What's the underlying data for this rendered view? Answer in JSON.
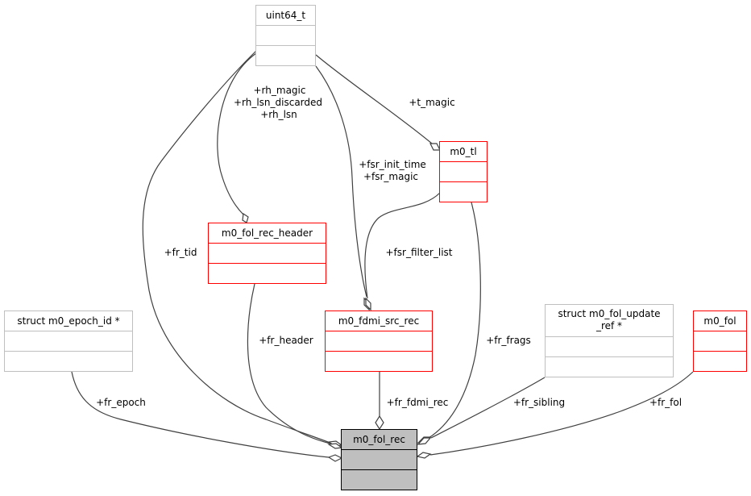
{
  "diagram": {
    "type": "collaboration-diagram",
    "colors": {
      "main_fill": "#bfbfbf",
      "main_border": "#000000",
      "documented_border": "#ff0000",
      "undocumented_border": "#bfbfbf",
      "edge": "#404040"
    },
    "nodes": {
      "uint64_t": {
        "title": "uint64_t",
        "style": "undocumented"
      },
      "m0_tl": {
        "title": "m0_tl",
        "style": "documented"
      },
      "m0_fol_rec_header": {
        "title": "m0_fol_rec_header",
        "style": "documented"
      },
      "m0_fdmi_src_rec": {
        "title": "m0_fdmi_src_rec",
        "style": "documented"
      },
      "m0_epoch_id": {
        "title": "struct m0_epoch_id *",
        "style": "undocumented"
      },
      "m0_fol_update_ref": {
        "title_line1": "struct m0_fol_update",
        "title_line2": "_ref *",
        "style": "undocumented"
      },
      "m0_fol": {
        "title": "m0_fol",
        "style": "documented"
      },
      "m0_fol_rec": {
        "title": "m0_fol_rec",
        "style": "main"
      }
    },
    "edges": [
      {
        "from": "uint64_t",
        "to": "m0_fol_rec_header",
        "labels": [
          "+rh_magic",
          "+rh_lsn_discarded",
          "+rh_lsn"
        ]
      },
      {
        "from": "uint64_t",
        "to": "m0_tl",
        "labels": [
          "+t_magic"
        ]
      },
      {
        "from": "uint64_t",
        "to": "m0_fdmi_src_rec",
        "labels": [
          "+fsr_init_time",
          "+fsr_magic"
        ]
      },
      {
        "from": "uint64_t",
        "to": "m0_fol_rec",
        "labels": [
          "+fr_tid"
        ]
      },
      {
        "from": "m0_tl",
        "to": "m0_fdmi_src_rec",
        "labels": [
          "+fsr_filter_list"
        ]
      },
      {
        "from": "m0_tl",
        "to": "m0_fol_rec",
        "labels": [
          "+fr_frags"
        ]
      },
      {
        "from": "m0_fol_rec_header",
        "to": "m0_fol_rec",
        "labels": [
          "+fr_header"
        ]
      },
      {
        "from": "m0_fdmi_src_rec",
        "to": "m0_fol_rec",
        "labels": [
          "+fr_fdmi_rec"
        ]
      },
      {
        "from": "m0_epoch_id",
        "to": "m0_fol_rec",
        "labels": [
          "+fr_epoch"
        ]
      },
      {
        "from": "m0_fol_update_ref",
        "to": "m0_fol_rec",
        "labels": [
          "+fr_sibling"
        ]
      },
      {
        "from": "m0_fol",
        "to": "m0_fol_rec",
        "labels": [
          "+fr_fol"
        ]
      }
    ]
  }
}
